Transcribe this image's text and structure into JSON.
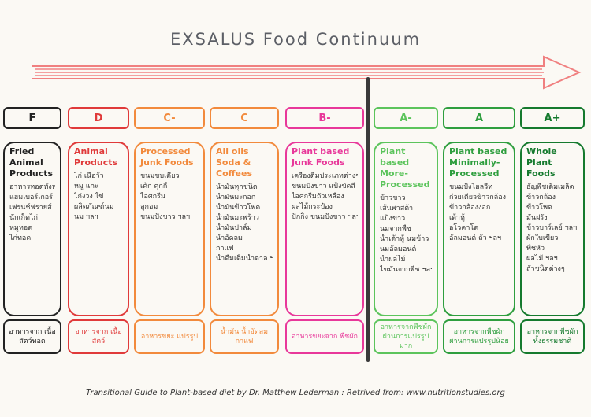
{
  "title": "EXSALUS Food Continuum",
  "caption": "Transitional   Guide  to  Plant-based  diet   by  Dr. Matthew  Lederman  :  Retrived from:  www.nutritionstudies.org",
  "colors": {
    "arrow": "#f08080",
    "divider": "#3a3a3a",
    "black": "#222222",
    "red": "#e03a3a",
    "orange": "#f28a3c",
    "pink": "#e8389a",
    "lightgreen": "#5cc45c",
    "green": "#2e9e3e",
    "darkgreen": "#157a2e"
  },
  "columns": [
    {
      "grade": "F",
      "color": "#222222",
      "title": "Fried Animal Products",
      "items": [
        "อาหารทอดทั้งหมด",
        "แฮมเบอร์เกอร์",
        "เฟรนช์ฟรายส์",
        "นักเก็ตไก่",
        "หมูทอด",
        "ไก่ทอด"
      ],
      "footer": "อาหารจาก เนื้อสัตว์ทอด"
    },
    {
      "grade": "D",
      "color": "#e03a3a",
      "title": "Animal Products",
      "items": [
        "ไก่  เนื้อวัว",
        "หมู  แกะ",
        "ไก่งวง  ไข่",
        "ผลิตภัณฑ์นม",
        "นม  ฯลฯ"
      ],
      "footer": "อาหารจาก เนื้อสัตว์"
    },
    {
      "grade": "C-",
      "color": "#f28a3c",
      "title": "Processed Junk Foods",
      "items": [
        "ขนมขบเคี้ยว",
        "เค้ก  คุกกี้",
        "ไอศกรีม",
        "ลูกอม",
        "ขนมปังขาว ฯลฯ"
      ],
      "footer": "อาหารขยะ แปรรูป"
    },
    {
      "grade": "C",
      "color": "#f28a3c",
      "title": "All oils Soda & Coffees",
      "items": [
        "น้ำมันทุกชนิด",
        "น้ำมันมะกอก",
        "น้ำมันข้าวโพด",
        "น้ำมันมะพร้าว",
        "น้ำมันปาล์ม",
        "น้ำอัดลม",
        "กาแฟ",
        "น้ำดื่มเติมน้ำตาล ฯลฯ"
      ],
      "footer": "น้ำมัน น้ำอัดลม กาแฟ"
    },
    {
      "grade": "B-",
      "color": "#e8389a",
      "title": "Plant based Junk Foods",
      "items": [
        "เครื่องดื่มประเภทต่างๆ",
        "ขนมปังขาว แป้งขัดสี",
        "ไอศกรีมถั่วเหลือง",
        "ผลไม้กระป๋อง",
        "ปักกิ่ง ขนมปังขาว ฯลฯ"
      ],
      "footer": "อาหารขยะจาก พืชผัก"
    },
    {
      "grade": "A-",
      "color": "#5cc45c",
      "title": "Plant based More-Processed",
      "items": [
        "ข้าวขาว",
        "เส้นพาสต้า",
        "แป้งขาว",
        "นมจากพืช",
        "น้ำเต้าหู้  นมข้าว",
        "นมอัลมอนด์",
        "น้ำผลไม้",
        "ไขมันจากพืช ฯลฯ"
      ],
      "footer": "อาหารจากพืชผัก ผ่านการแปรรูปมาก"
    },
    {
      "grade": "A",
      "color": "#2e9e3e",
      "title": "Plant based Minimally-Processed",
      "items": [
        "ขนมปังโฮลวีท",
        "ก๋วยเตี๋ยวข้าวกล้อง",
        "ข้าวกล้องงอก",
        "เต้าหู้",
        "อโวคาโด",
        "อัลมอนด์ ถั่ว ฯลฯ"
      ],
      "footer": "อาหารจากพืชผัก ผ่านการแปรรูปน้อย"
    },
    {
      "grade": "A+",
      "color": "#157a2e",
      "title": "Whole Plant Foods",
      "items": [
        "ธัญพืชเต็มเมล็ด",
        "ข้าวกล้อง",
        "ข้าวโพด",
        "มันฝรั่ง",
        "ข้าวบาร์เลย์ ฯลฯ",
        "ผักใบเขียว",
        "พืชหัว",
        "ผลไม้  ฯลฯ",
        "ถั่วชนิดต่างๆ"
      ],
      "footer": "อาหารจากพืชผัก ทั้งธรรมชาติ"
    }
  ]
}
